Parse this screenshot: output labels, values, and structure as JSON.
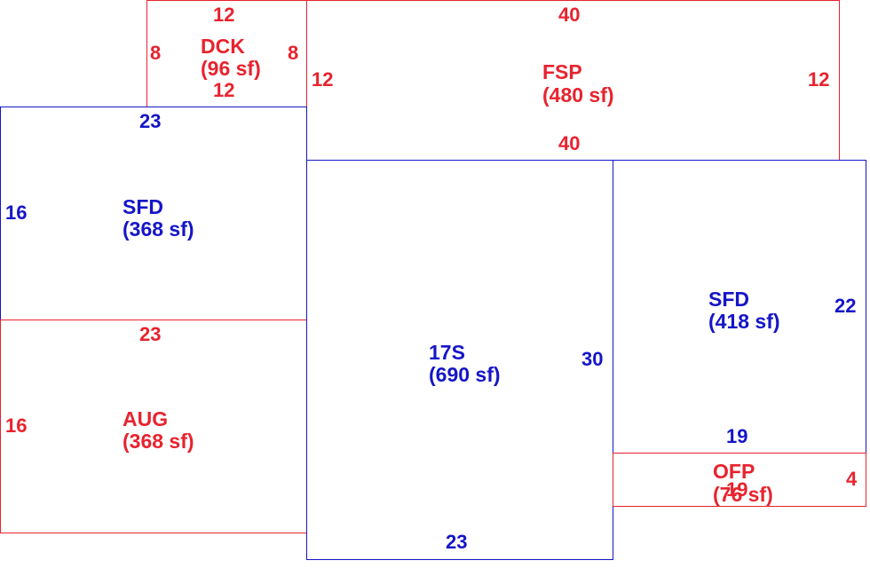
{
  "areas": {
    "dck": {
      "code": "DCK",
      "area": "(96 sf)",
      "color": "#e8232e",
      "dims": {
        "top": "12",
        "bottom": "12",
        "left": "8",
        "right": "8"
      }
    },
    "fsp": {
      "code": "FSP",
      "area": "(480 sf)",
      "color": "#e8232e",
      "dims": {
        "top": "40",
        "bottom": "40",
        "left": "12",
        "right": "12"
      }
    },
    "sfd_left": {
      "code": "SFD",
      "area": "(368 sf)",
      "color": "#1515c8",
      "dims": {
        "top": "23",
        "left": "16"
      }
    },
    "aug": {
      "code": "AUG",
      "area": "(368 sf)",
      "color": "#e8232e",
      "dims": {
        "top": "23",
        "left": "16"
      }
    },
    "s17": {
      "code": "17S",
      "area": "(690 sf)",
      "color": "#1515c8",
      "dims": {
        "right": "30",
        "bottom": "23"
      }
    },
    "sfd_right": {
      "code": "SFD",
      "area": "(418 sf)",
      "color": "#1515c8",
      "dims": {
        "right": "22",
        "bottom": "19"
      }
    },
    "ofp": {
      "code": "OFP",
      "area": "(76 sf)",
      "color": "#e8232e",
      "dims": {
        "top": "19",
        "right": "4"
      }
    }
  }
}
